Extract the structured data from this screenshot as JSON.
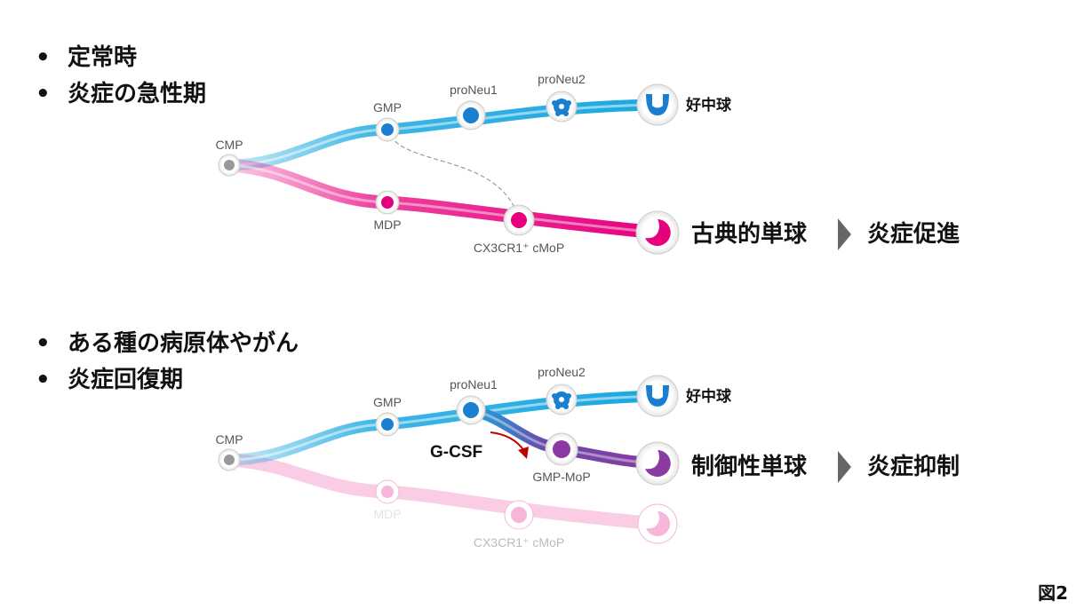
{
  "top_bullets": [
    "定常時",
    "炎症の急性期"
  ],
  "bottom_bullets": [
    "ある種の病原体やがん",
    "炎症回復期"
  ],
  "bullet_char": "•",
  "top": {
    "labels": {
      "cmp": "CMP",
      "gmp": "GMP",
      "proneu1": "proNeu1",
      "proneu2": "proNeu2",
      "neutrophil": "好中球",
      "mdp": "MDP",
      "cmop": "CX3CR1⁺ cMoP"
    },
    "outcome_cell": "古典的単球",
    "outcome_effect": "炎症促進"
  },
  "bottom": {
    "labels": {
      "cmp": "CMP",
      "gmp": "GMP",
      "proneu1": "proNeu1",
      "proneu2": "proNeu2",
      "neutrophil": "好中球",
      "gmp_mop": "GMP-MoP",
      "mdp": "MDP",
      "cmop": "CX3CR1⁺ cMoP"
    },
    "stimulus": "G-CSF",
    "outcome_cell": "制御性単球",
    "outcome_effect": "炎症抑制"
  },
  "figure_label": "図2",
  "colors": {
    "neutrophil_lineage": "#1aa8e0",
    "monocyte_lineage": "#e6007e",
    "regulatory_lineage": "#8a3aa0",
    "gcsf_arrow": "#c00000",
    "chevron": "#666666",
    "cmp_node": "#999999"
  },
  "icons": {
    "neutrophil": "neutrophil-cell-icon",
    "monocyte": "monocyte-cell-icon",
    "proneu2": "proneu2-cell-icon"
  }
}
